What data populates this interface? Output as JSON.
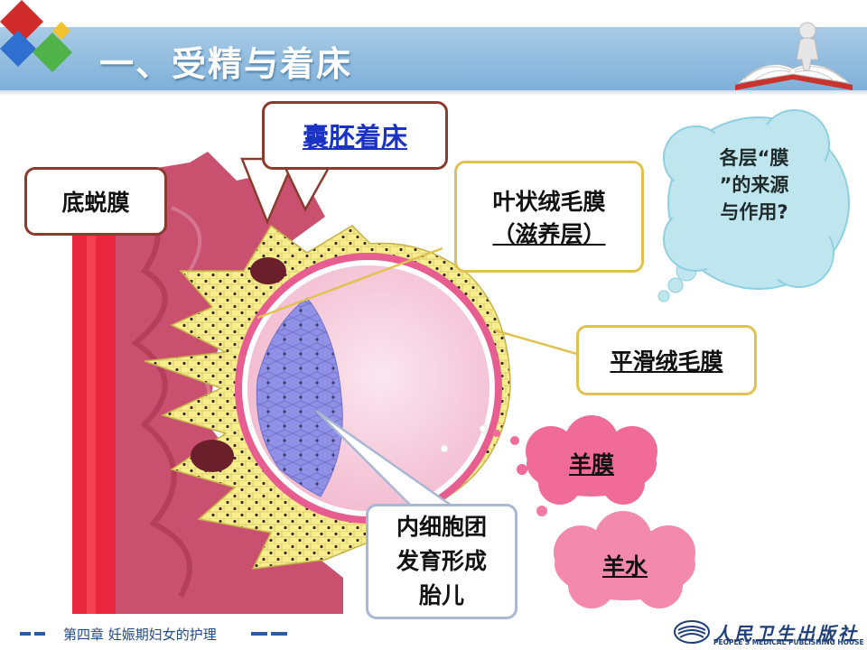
{
  "header": {
    "title": "一、受精与着床"
  },
  "labels": {
    "implantation": "囊胚着床",
    "decidua": "底蜕膜",
    "chorion_frondosum_1": "叶状绒毛膜",
    "chorion_frondosum_2": "（滋养层）",
    "question_1": "各层“膜",
    "question_2": "”的来源",
    "question_3": "与作用?",
    "smooth_chorion": "平滑绒毛膜",
    "amnion": "羊膜",
    "amniotic_fluid": "羊水",
    "inner_cell_1": "内细胞团",
    "inner_cell_2": "发育形成",
    "inner_cell_3": "胎儿"
  },
  "footer": {
    "chapter": "第四章  妊娠期妇女的护理",
    "publisher_cn": "人民卫生出版社",
    "publisher_en": "PEOPLE'S MEDICAL PUBLISHING HOUSE"
  },
  "colors": {
    "header_blue": "#7eb0d9",
    "callout_brown": "#8a3b2e",
    "callout_gold": "#e1c150",
    "amnion_pink": "#e44b82",
    "fluid_pink": "#f27aa3",
    "question_cloud": "#bfe6ee"
  }
}
